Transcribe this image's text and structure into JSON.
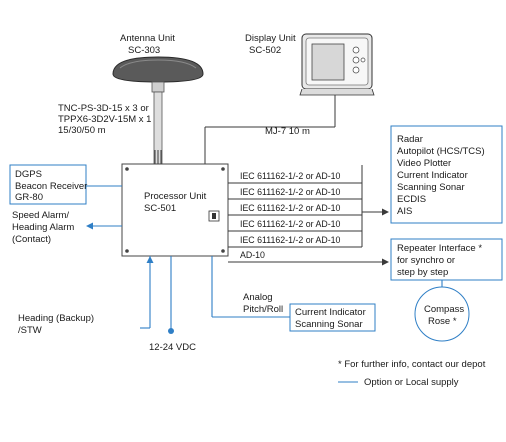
{
  "colors": {
    "option_line": "#2f7fc6",
    "standard_line": "#3a3a3a",
    "background": "#ffffff"
  },
  "antenna": {
    "title": "Antenna Unit",
    "model": "SC-303",
    "icon": "gps-antenna-icon"
  },
  "antenna_cable": {
    "line1": "TNC-PS-3D-15 x 3 or",
    "line2": "TPPX6-3D2V-15M x 1",
    "line3": "15/30/50 m"
  },
  "display": {
    "title": "Display Unit",
    "model": "SC-502",
    "icon": "display-unit-icon"
  },
  "display_cable": "MJ-7 10 m",
  "processor": {
    "title": "Processor Unit",
    "model": "SC-501"
  },
  "dgps": {
    "line1": "DGPS",
    "line2": "Beacon Receiver",
    "line3": "GR-80"
  },
  "speed_alarm": {
    "line1": "Speed Alarm/",
    "line2": "Heading Alarm",
    "line3": "(Contact)"
  },
  "heading_input": {
    "line1": "Heading (Backup)",
    "line2": "/STW"
  },
  "power": "12-24 VDC",
  "iec_lines": [
    "IEC 611162-1/-2 or AD-10",
    "IEC 611162-1/-2 or AD-10",
    "IEC 611162-1/-2 or AD-10",
    "IEC 611162-1/-2 or AD-10",
    "IEC 611162-1/-2 or AD-10"
  ],
  "ad10_line": "AD-10",
  "outputs": [
    "Radar",
    "Autopilot (HCS/TCS)",
    "Video Plotter",
    "Current Indicator",
    "Scanning Sonar",
    "ECDIS",
    "AIS"
  ],
  "repeater": {
    "line1": "Repeater Interface *",
    "line2": "for synchro or",
    "line3": "step by step"
  },
  "compass": {
    "line1": "Compass",
    "line2": "Rose *"
  },
  "analog": {
    "line1": "Analog",
    "line2": "Pitch/Roll"
  },
  "current_box": {
    "line1": "Current Indicator",
    "line2": "Scanning Sonar"
  },
  "footnote": "* For further info, contact our depot",
  "legend": "Option or Local supply"
}
